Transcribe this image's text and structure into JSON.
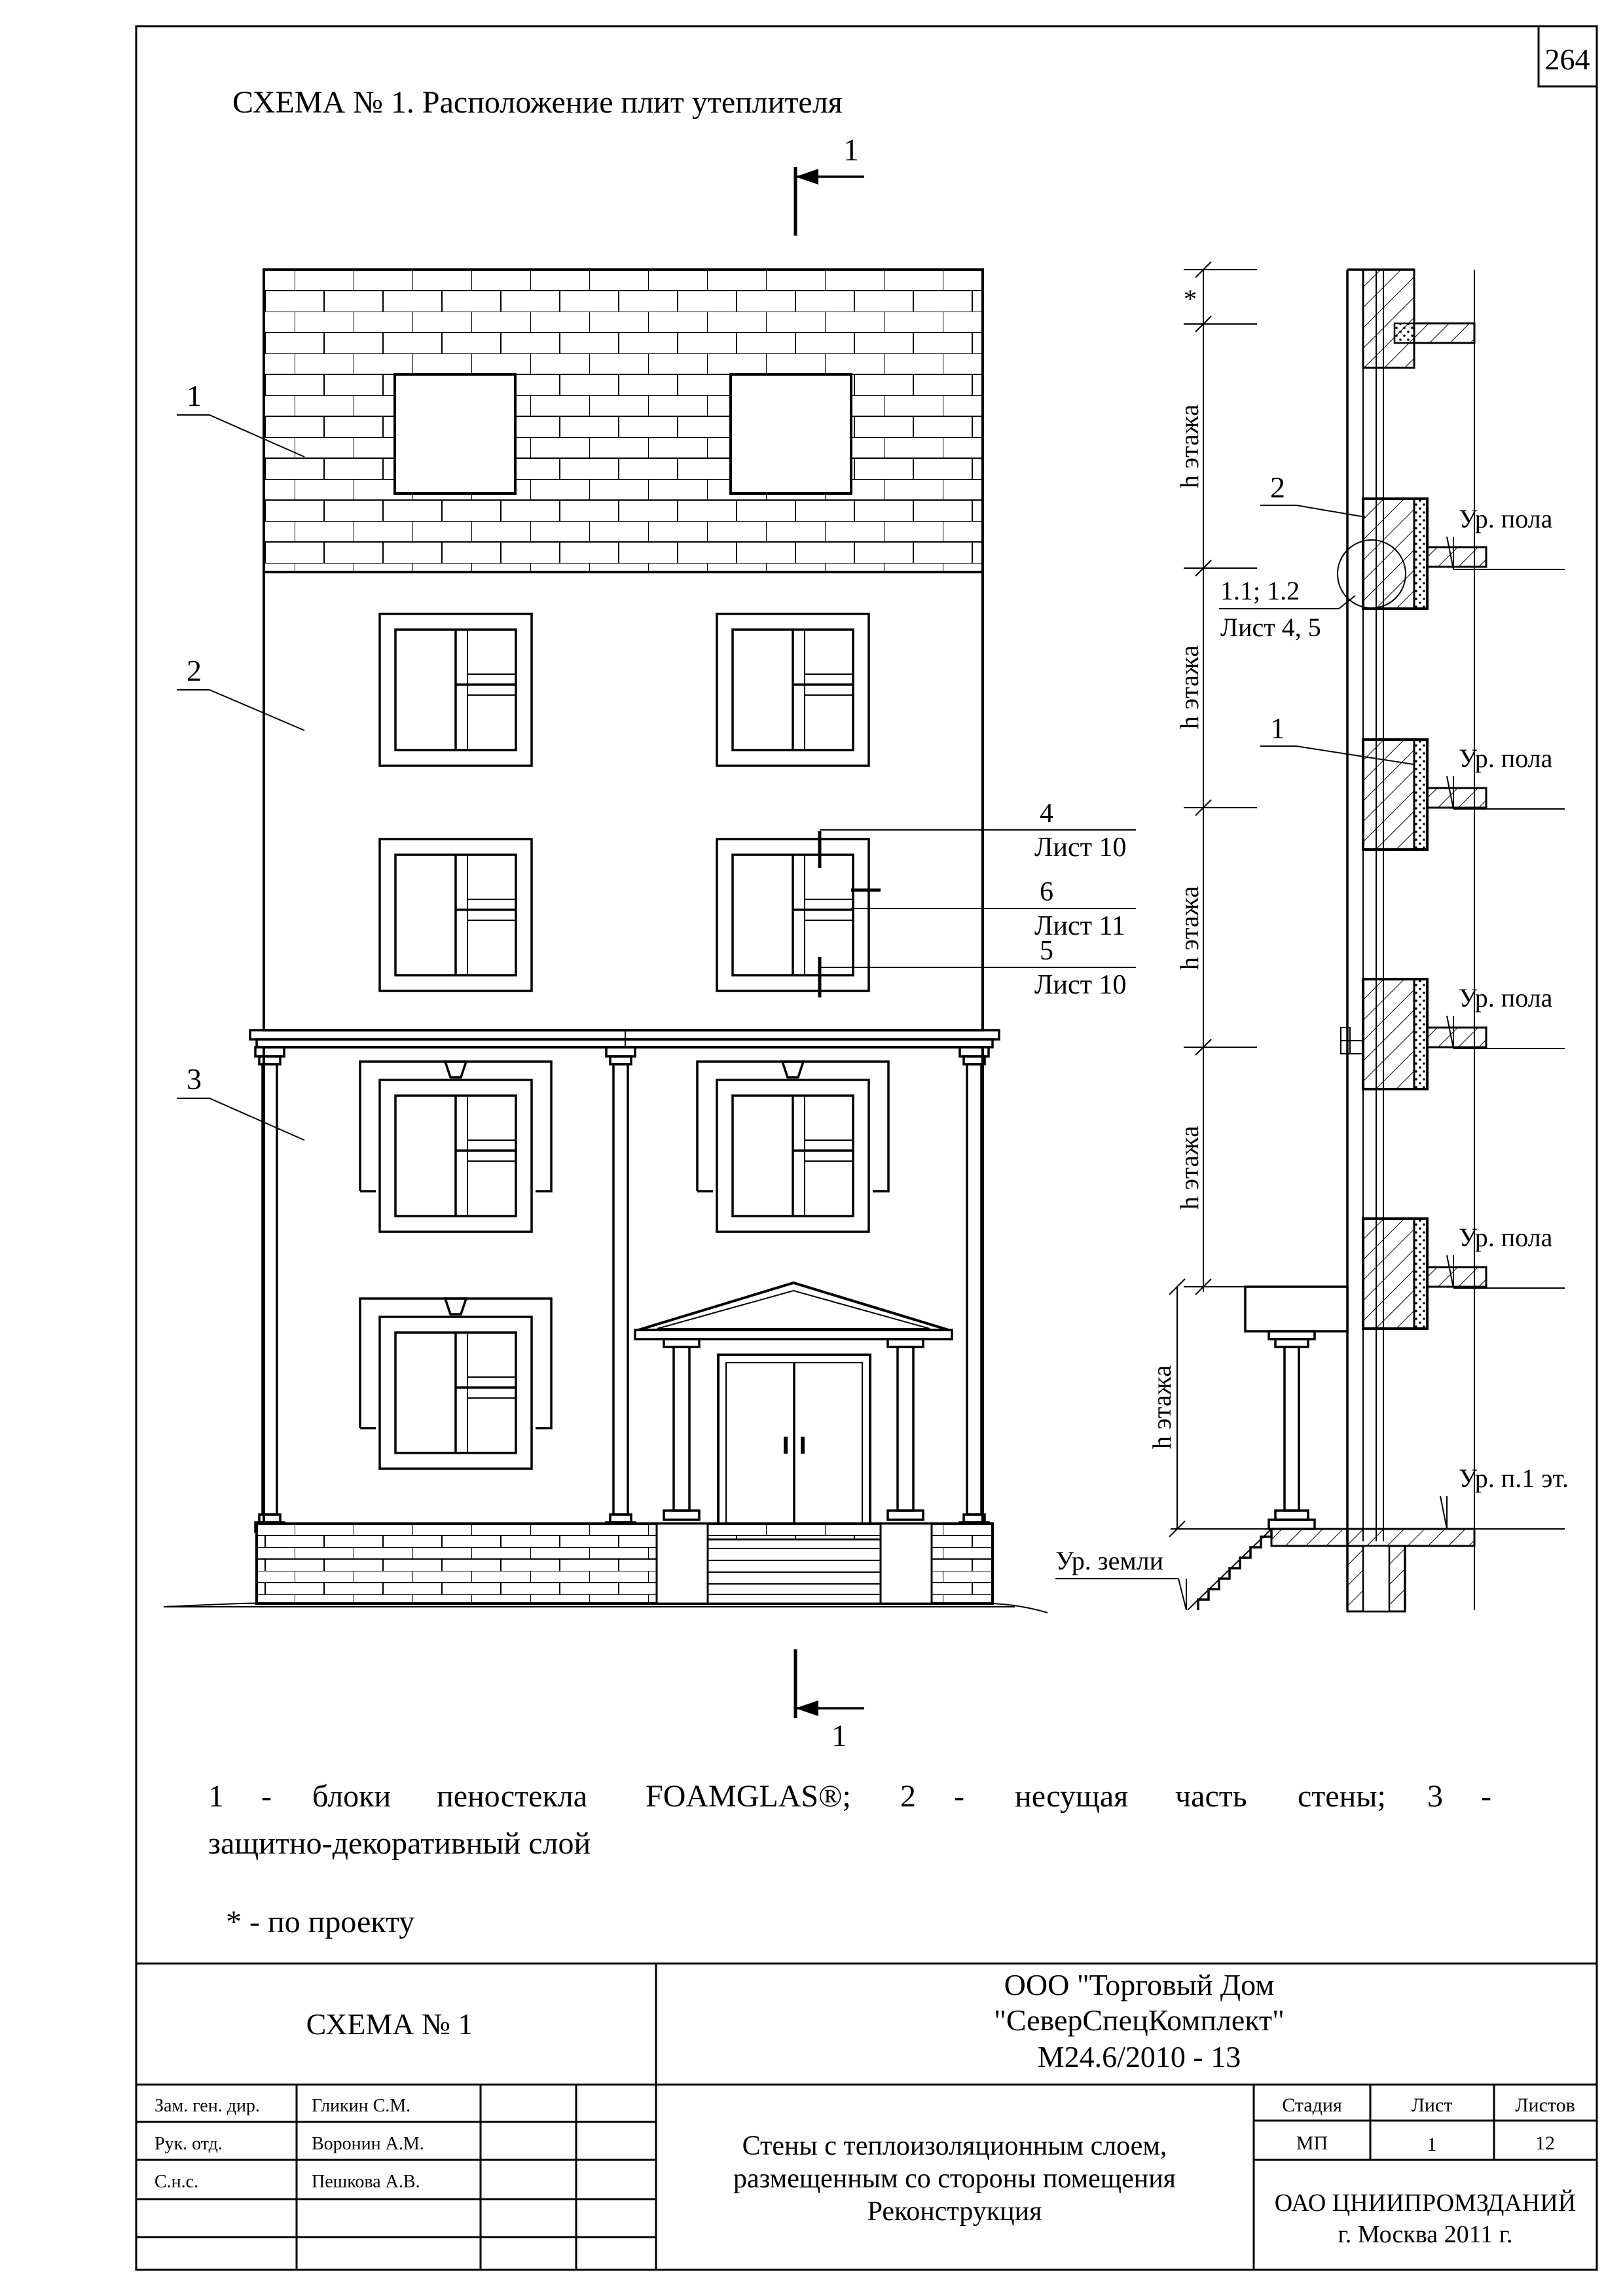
{
  "page_number": "264",
  "scheme_title": "СХЕМА № 1. Расположение плит утеплителя",
  "section_mark": "1",
  "facade_callouts": [
    {
      "num": "1"
    },
    {
      "num": "2"
    },
    {
      "num": "3"
    }
  ],
  "window_callouts": [
    {
      "num": "4",
      "sheet": "Лист 10"
    },
    {
      "num": "6",
      "sheet": "Лист 11"
    },
    {
      "num": "5",
      "sheet": "Лист 10"
    }
  ],
  "section_labels": {
    "asterisk": "*",
    "floor_height": "h этажа",
    "detail_num": "2",
    "detail_ref": "1.1; 1.2",
    "detail_sheet": "Лист 4, 5",
    "layer_num": "1",
    "floor_level": "Ур. пола",
    "first_floor_level": "Ур. п.1 эт.",
    "ground_level": "Ур. земли"
  },
  "legend": {
    "line1_items": [
      "1",
      "-",
      "блоки",
      "пеностекла",
      "FOAMGLAS®;",
      "2",
      "-",
      "несущая",
      "часть",
      "стены;",
      "3",
      "-"
    ],
    "line2": "защитно-декоративный слой",
    "footnote": "* - по проекту"
  },
  "title_block": {
    "drawing_name": "СХЕМА № 1",
    "company_line1": "ООО \"Торговый Дом",
    "company_line2": "\"СеверСпецКомплект\"",
    "code": "М24.6/2010 - 13",
    "people": [
      {
        "role": "Зам. ген. дир.",
        "name": "Гликин С.М."
      },
      {
        "role": "Рук. отд.",
        "name": "Воронин А.М."
      },
      {
        "role": "С.н.с.",
        "name": "Пешкова А.В."
      }
    ],
    "description_line1": "Стены с теплоизоляционным слоем,",
    "description_line2": "размещенным со стороны помещения",
    "description_line3": "Реконструкция",
    "stage_header": "Стадия",
    "sheet_header": "Лист",
    "sheets_header": "Листов",
    "stage": "МП",
    "sheet": "1",
    "sheets": "12",
    "org_line1": "ОАО ЦНИИПРОМЗДАНИЙ",
    "org_line2": "г. Москва 2011 г."
  }
}
